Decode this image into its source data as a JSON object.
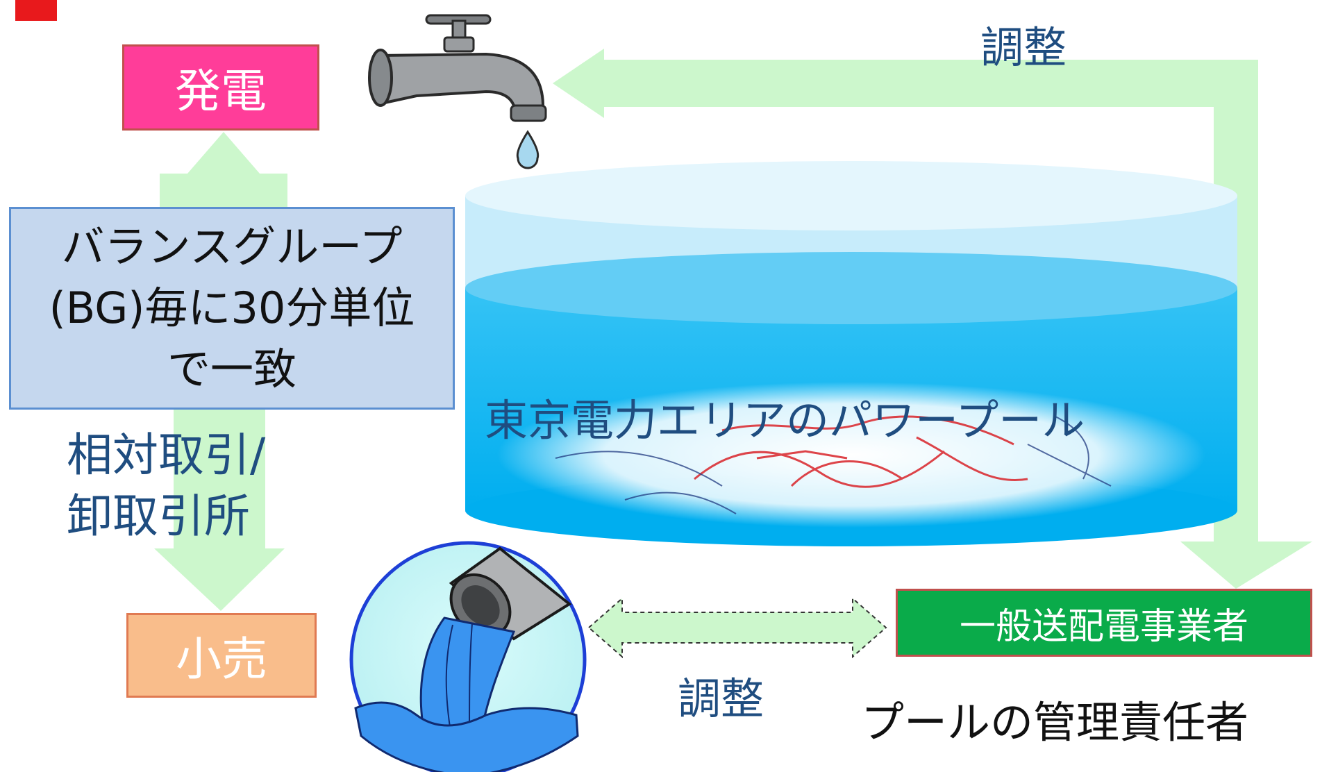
{
  "boxes": {
    "generation": "発電",
    "balancing_group": [
      "バランスグループ",
      "(BG)毎に30分単位",
      "で一致"
    ],
    "retail": "小売",
    "grid_operator": "一般送配電事業者"
  },
  "labels": {
    "trading": [
      "相対取引/",
      "卸取引所"
    ],
    "adjust_top": "調整",
    "adjust_bottom": "調整",
    "power_pool": "東京電力エリアのパワープール",
    "pool_manager": "プールの管理責任者"
  },
  "icons": [
    "faucet-icon",
    "drain-pipe-icon",
    "power-map-icon"
  ],
  "colors": {
    "generation": "#ff3d99",
    "retail": "#f9bd8b",
    "grid_operator": "#0aab4a",
    "balancing_group": "#c5d7ee",
    "arrow": "#ccf7cc",
    "water": "#00b0f0",
    "label_text": "#1f4d80"
  }
}
